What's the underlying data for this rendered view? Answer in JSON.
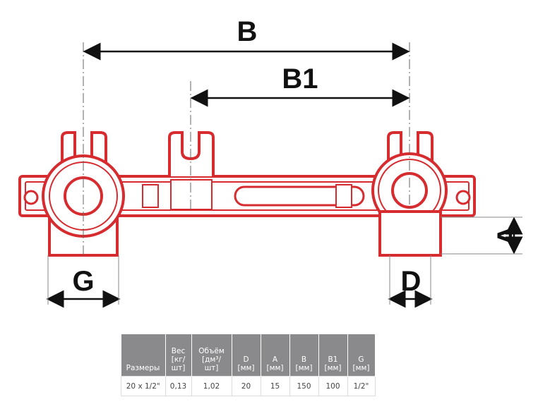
{
  "diagram": {
    "labels": {
      "B": "B",
      "B1": "B1",
      "G": "G",
      "D": "D",
      "A": "A"
    },
    "accent": "#d62b2f"
  },
  "table": {
    "headers": [
      [
        "Размеры"
      ],
      [
        "Вес",
        "[кг/",
        "шт]"
      ],
      [
        "Объём",
        "[дм³/",
        "шт]"
      ],
      [
        "D",
        "[мм]"
      ],
      [
        "A",
        "[мм]"
      ],
      [
        "B",
        "[мм]"
      ],
      [
        "B1",
        "[мм]"
      ],
      [
        "G",
        "[мм]"
      ]
    ],
    "row": [
      "20 x 1/2\"",
      "0,13",
      "1,02",
      "20",
      "15",
      "150",
      "100",
      "1/2\""
    ]
  }
}
